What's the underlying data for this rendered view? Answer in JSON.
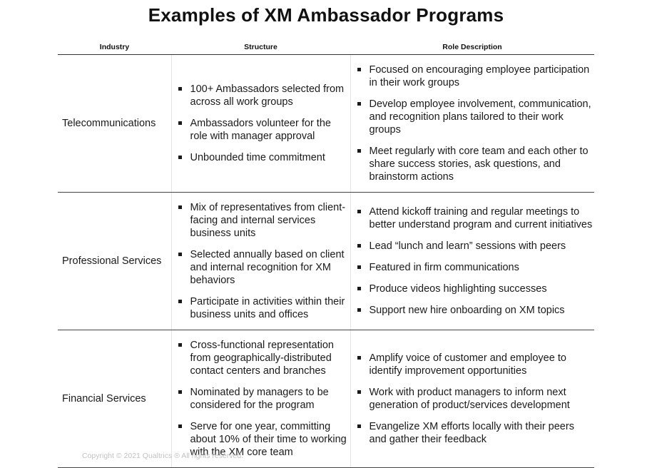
{
  "title": "Examples of XM Ambassador Programs",
  "headers": {
    "industry": "Industry",
    "structure": "Structure",
    "role": "Role Description"
  },
  "rows": [
    {
      "industry": "Telecommunications",
      "structure": [
        "100+ Ambassadors selected from across all work groups",
        "Ambassadors volunteer for the role with manager approval",
        "Unbounded time commitment"
      ],
      "role": [
        "Focused on encouraging employee participation in their work groups",
        "Develop employee involvement, communication, and recognition plans tailored to their work groups",
        "Meet regularly with core team and each other to share success stories, ask questions, and brainstorm actions"
      ]
    },
    {
      "industry": "Professional Services",
      "structure": [
        "Mix of representatives from client-facing and internal services business units",
        "Selected annually based on client and internal recognition for XM behaviors",
        "Participate in activities within their business units and offices"
      ],
      "role": [
        "Attend kickoff training and regular meetings to better understand program and current initiatives",
        "Lead “lunch and learn” sessions with peers",
        "Featured in firm communications",
        "Produce videos highlighting successes",
        "Support new hire onboarding on XM topics"
      ]
    },
    {
      "industry": "Financial Services",
      "structure": [
        "Cross-functional representation from geographically-distributed contact centers and branches",
        "Nominated by managers to be considered for the program",
        "Serve for one year, committing about 10% of their time to working with the XM core team"
      ],
      "role": [
        "Amplify voice of customer and employee to identify improvement opportunities",
        "Work with product managers to inform next generation of product/services development",
        "Evangelize XM efforts locally with their peers and gather their feedback"
      ]
    }
  ],
  "footer": "Copyright © 2021 Qualtrics ® All rights reserved."
}
